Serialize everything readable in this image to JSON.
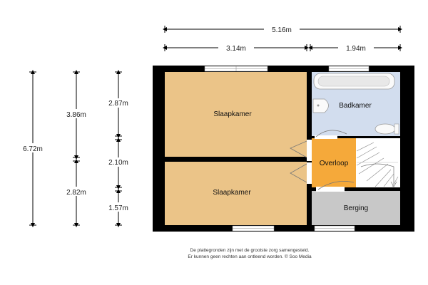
{
  "dimensions": {
    "total_width": "5.16m",
    "left_width": "3.14m",
    "right_width": "1.94m",
    "total_depth": "6.72m",
    "left_depth_top": "3.86m",
    "left_depth_bottom": "2.82m",
    "right_depth_top": "2.87m",
    "right_depth_mid": "2.10m",
    "right_depth_bottom": "1.57m"
  },
  "rooms": {
    "bedroom_top": "Slaapkamer",
    "bedroom_bottom": "Slaapkamer",
    "bathroom": "Badkamer",
    "landing": "Overloop",
    "storage": "Berging"
  },
  "colors": {
    "bedroom": "#EBC488",
    "landing": "#F5A93A",
    "bathroom": "#D2DDEE",
    "storage": "#C8C8C8",
    "wall": "#000000"
  },
  "disclaimer": {
    "line1": "De plattegronden zijn met de grootste zorg samengesteld.",
    "line2": "Er kunnen geen rechten aan ontleend worden. © Soo Media"
  }
}
